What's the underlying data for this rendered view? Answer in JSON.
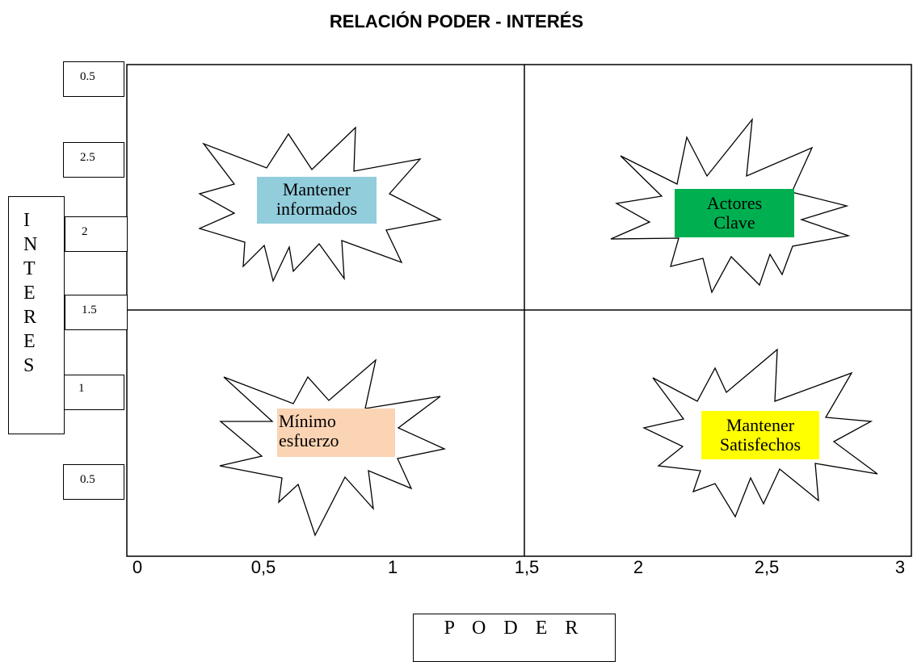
{
  "title": "RELACIÓN PODER - INTERÉS",
  "y_axis": {
    "label_letters": [
      "I",
      "N",
      "T",
      "E",
      "R",
      "E",
      "S"
    ],
    "tick_boxes": [
      "0.5",
      "2.5",
      "2",
      "1.5",
      "1",
      "0.5"
    ]
  },
  "x_axis": {
    "label": "P O D E R",
    "ticks": [
      "0",
      "0,5",
      "1",
      "1,5",
      "2",
      "2,5",
      "3"
    ]
  },
  "quadrants": {
    "top_left": {
      "line1": "Mantener",
      "line2": "informados",
      "fill": "#92CDDC"
    },
    "top_right": {
      "line1": "Actores",
      "line2": "Clave",
      "fill": "#00B050"
    },
    "bottom_left": {
      "line1": "Mínimo",
      "line2": "esfuerzo",
      "fill": "#FBD4B4"
    },
    "bottom_right": {
      "line1": "Mantener",
      "line2": "Satisfechos",
      "fill": "#FFFF00"
    }
  }
}
